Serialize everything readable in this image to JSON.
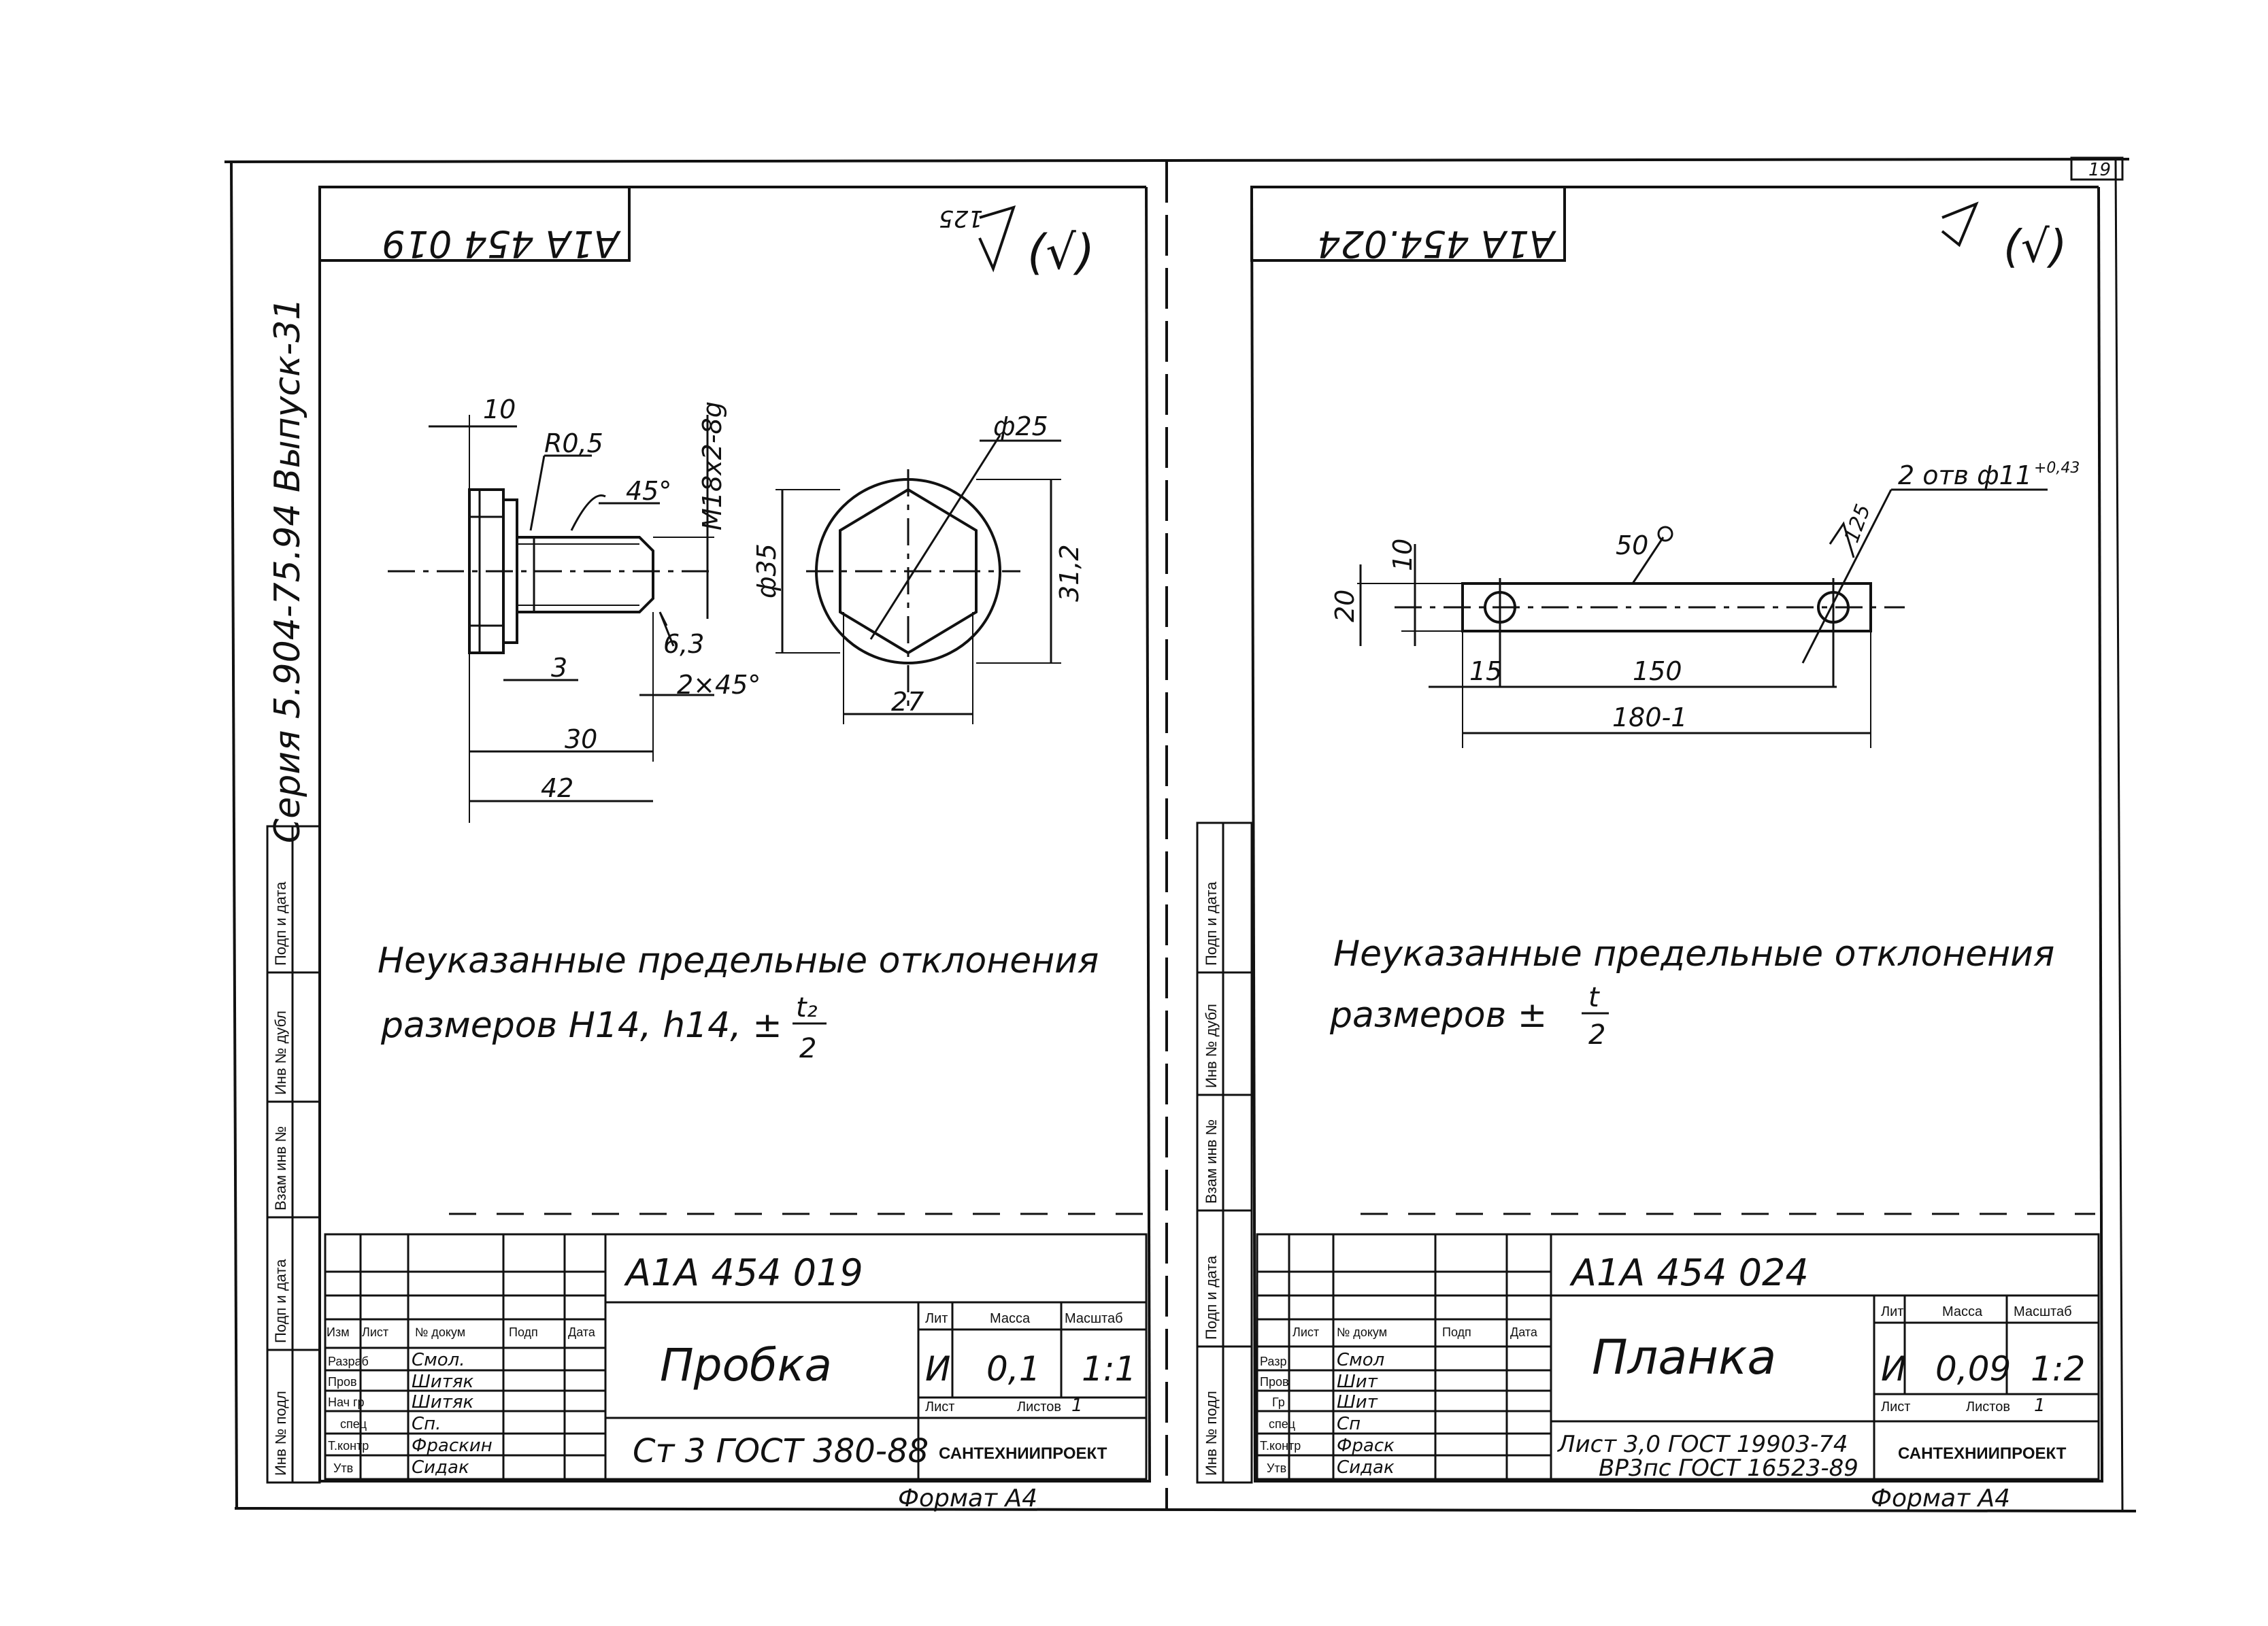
{
  "sheet_number": "19",
  "series_stamp": "Серия 5.904-75.94   Выпуск-31",
  "left_sheet": {
    "mirrored_code": "А1А 454 019",
    "roughness": "125",
    "roughness_general": "(√)",
    "dims": {
      "d10": "10",
      "r05": "R0,5",
      "a45": "45°",
      "thread": "М18х2-8g",
      "d3": "3",
      "d30": "30",
      "d42": "42",
      "r63": "6,3",
      "chamfer": "2×45°",
      "phi25": "ф25",
      "phi35": "ф35",
      "d31": "31,2",
      "d27": "27"
    },
    "note_line1": "Неуказанные предельные отклонения",
    "note_line2": "размеров H14, h14, ±",
    "note_frac_num": "t₂",
    "note_frac_den": "2",
    "tb": {
      "code": "А1А 454 019",
      "name": "Пробка",
      "material": "Ст 3 ГОСТ 380-88",
      "org": "САНТЕХНИИПРОЕКТ",
      "lit_h": "Лит",
      "mass_h": "Масса",
      "scale_h": "Масштаб",
      "lit": "И",
      "mass": "0,1",
      "scale": "1:1",
      "sheet_h": "Лист",
      "sheets_h": "Листов",
      "sheets": "1",
      "col_izm": "Изм",
      "col_list": "Лист",
      "col_doc": "№ докум",
      "col_sign": "Подп",
      "col_date": "Дата",
      "roles": [
        "Разраб",
        "Пров",
        "Нач гр",
        "спец",
        "Т.контр",
        "Утв"
      ],
      "names": [
        "Смол.",
        "Шитяк",
        "Шитяк",
        "Сп.",
        "Фраскин",
        "Сидак"
      ]
    },
    "bottom_note": "Формат А4"
  },
  "right_sheet": {
    "mirrored_code": "А1А 454.024",
    "roughness_general": "(√)",
    "dims": {
      "two_holes": "2 отв ф11",
      "tol": "+0,43",
      "r50": "50",
      "r125": "125",
      "d10": "10",
      "d20": "20",
      "d15": "15",
      "d150": "150",
      "d180": "180-1"
    },
    "note_line1": "Неуказанные предельные отклонения",
    "note_line2": "размеров  ±",
    "note_frac_num": "t",
    "note_frac_den": "2",
    "tb": {
      "code": "А1А 454 024",
      "name": "Планка",
      "material_1": "Лист 3,0 ГОСТ 19903-74",
      "material_2": "ВР3пс ГОСТ 16523-89",
      "org": "САНТЕХНИИПРОЕКТ",
      "lit_h": "Лит",
      "mass_h": "Масса",
      "scale_h": "Масштаб",
      "lit": "И",
      "mass": "0,09",
      "scale": "1:2",
      "sheet_h": "Лист",
      "sheets_h": "Листов",
      "sheets": "1",
      "col_list": "Лист",
      "col_doc": "№ докум",
      "col_sign": "Подп",
      "col_date": "Дата",
      "roles": [
        "Разр",
        "Пров",
        "Гр",
        "спец",
        "Т.контр",
        "Утв"
      ],
      "names": [
        "Смол",
        "Шит",
        "Шит",
        "Сп",
        "Фраск",
        "Сидак"
      ]
    },
    "bottom_note": "Формат А4"
  },
  "stamp_columns": [
    "Подп и дата",
    "Инв № дубл",
    "Взам инв №",
    "Подп и дата",
    "Инв № подл"
  ]
}
